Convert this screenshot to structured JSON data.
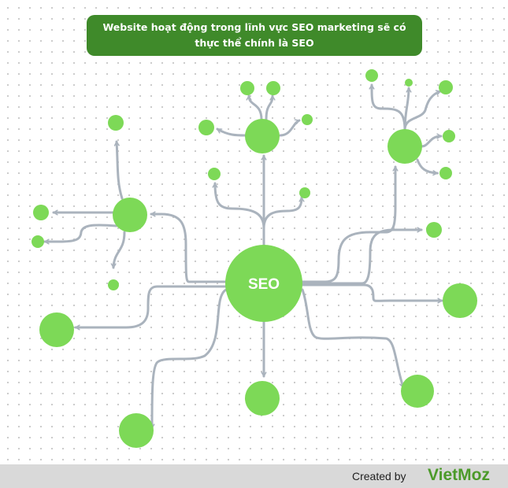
{
  "title": "Website hoạt động trong lĩnh vực SEO marketing sẽ có thực thể chính là SEO",
  "center_label": "SEO",
  "footer": {
    "created_by": "Created by",
    "brand": "VietMoz"
  },
  "colors": {
    "banner": "#3f8a2a",
    "node": "#7dd957",
    "connector": "#aab3bd",
    "footer_bg": "#d9d9d9",
    "brand": "#4c9a2a"
  }
}
